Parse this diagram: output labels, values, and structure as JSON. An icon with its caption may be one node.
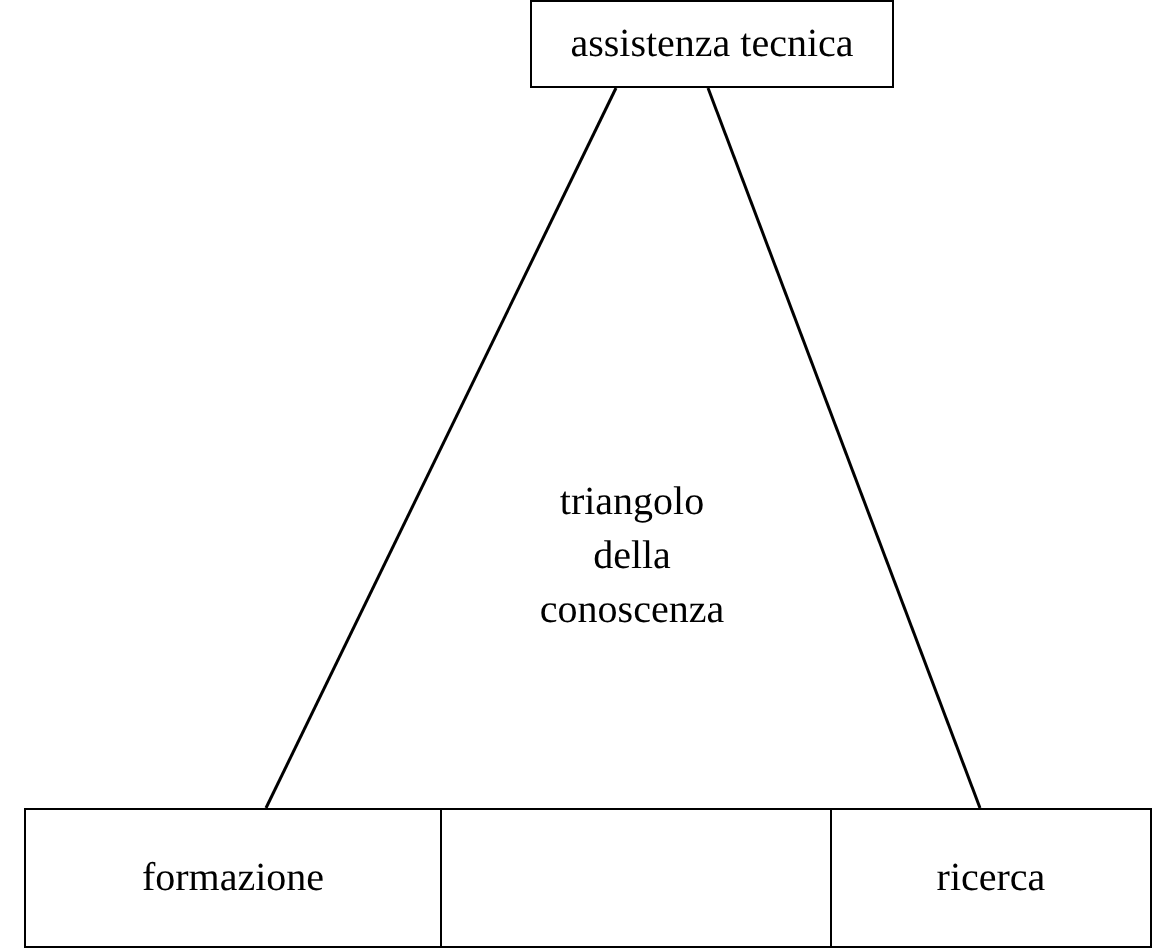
{
  "diagram": {
    "nodes": [
      {
        "text": [
          "assistenza tecnica"
        ]
      },
      {
        "text": [
          "formazione"
        ]
      },
      {
        "text": [],
        "shape": "box"
      },
      {
        "text": [
          "ricerca"
        ]
      }
    ],
    "edges": [
      {
        "from": 0,
        "to": 1,
        "arrow": "none"
      },
      {
        "from": 0,
        "to": 3,
        "arrow": "none"
      }
    ],
    "labels": [
      "triangolo della conoscenza"
    ]
  }
}
